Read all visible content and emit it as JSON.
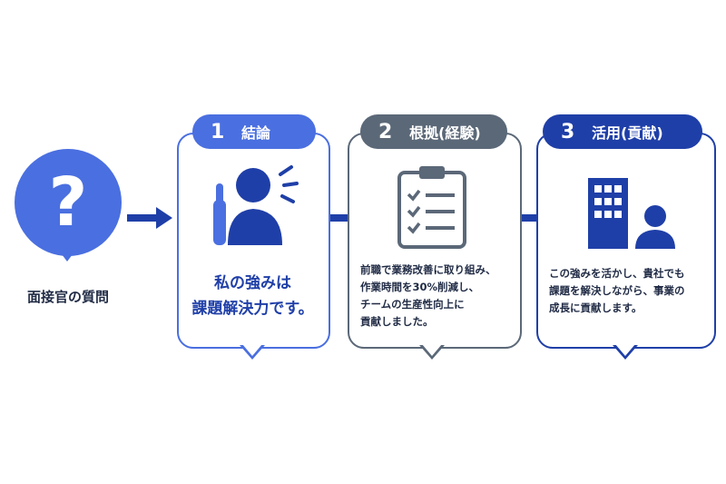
{
  "question": {
    "mark": "?",
    "label": "面接官の質問"
  },
  "steps": [
    {
      "number": "1",
      "title": "結論",
      "lines": [
        "私の強みは",
        "課題解決力です。"
      ],
      "color": "#4a6fe0",
      "icon": "person-raising-finger-icon"
    },
    {
      "number": "2",
      "title": "根拠(経験)",
      "lines": [
        "前職で業務改善に取り組み、",
        "作業時間を30%削減し、",
        "チームの生産性向上に",
        "貢献しました。"
      ],
      "color": "#5b6878",
      "icon": "clipboard-checklist-icon"
    },
    {
      "number": "3",
      "title": "活用(貢献)",
      "lines": [
        "この強みを活かし、貴社でも",
        "課題を解決しながら、事業の",
        "成長に貢献します。"
      ],
      "color": "#1f3fa8",
      "icon": "building-person-icon"
    }
  ],
  "colors": {
    "accent": "#4a6fe0",
    "gray": "#5b6878",
    "navy": "#1f3fa8",
    "text": "#1f2a44"
  }
}
